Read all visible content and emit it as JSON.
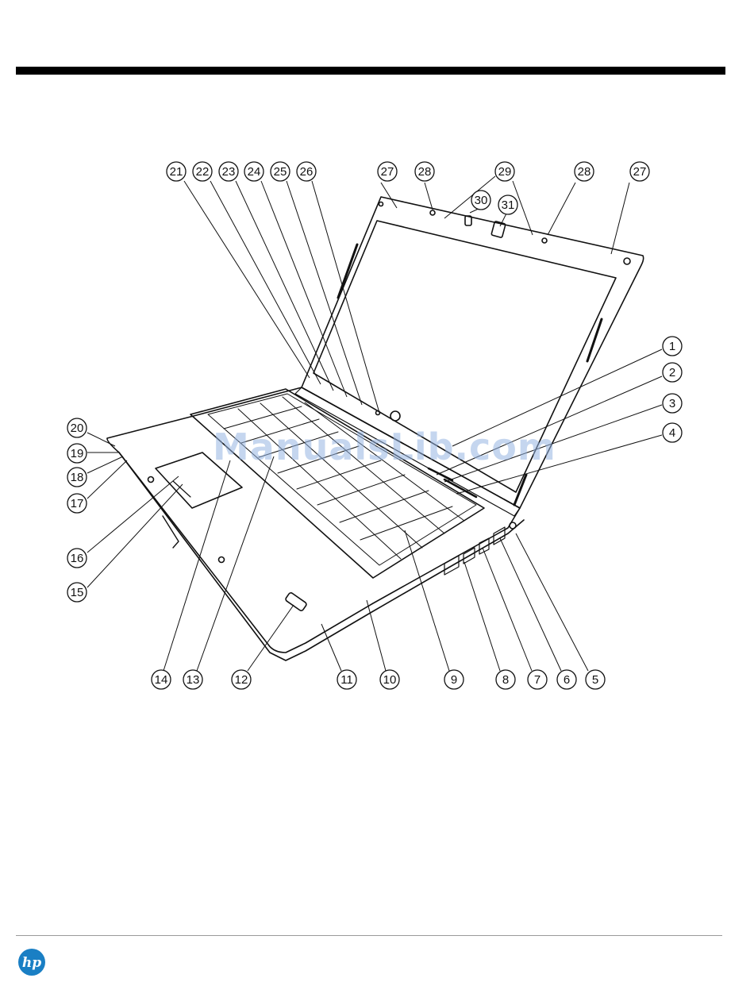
{
  "callouts": [
    "1",
    "2",
    "3",
    "4",
    "5",
    "6",
    "7",
    "8",
    "9",
    "10",
    "11",
    "12",
    "13",
    "14",
    "15",
    "16",
    "17",
    "18",
    "19",
    "20",
    "21",
    "22",
    "23",
    "24",
    "25",
    "26",
    "27",
    "28",
    "29",
    "30",
    "31"
  ],
  "watermark": "ManualsLib.com",
  "logo_text": "hp",
  "colors": {
    "rule": "#000000",
    "logo": "#1a7fc4",
    "watermark": "#9ab4e1"
  }
}
